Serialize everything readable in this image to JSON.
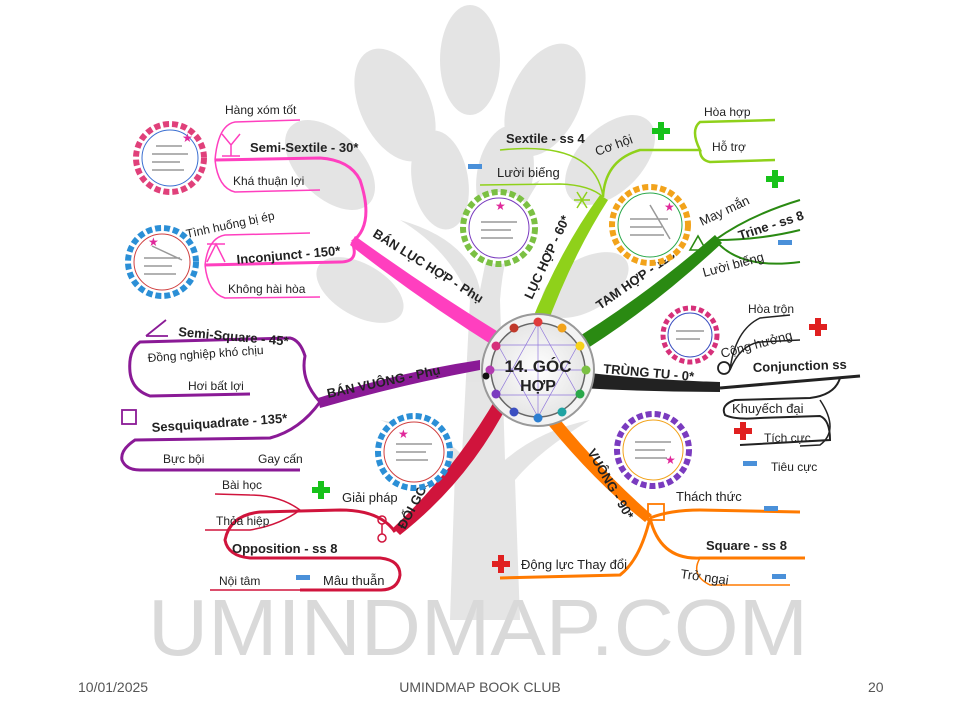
{
  "watermark": "UMINDMAP.COM",
  "footer": {
    "date": "10/01/2025",
    "club": "UMINDMAP BOOK CLUB",
    "page": "20"
  },
  "center": {
    "line1": "14. GÓC",
    "line2": "HỢP"
  },
  "colors": {
    "pink": "#ff3fbf",
    "purple": "#8a1a96",
    "crimson": "#d0143c",
    "orange": "#ff7a00",
    "lime": "#8fd11a",
    "green": "#2a8a12",
    "black": "#222222",
    "plus": "#17c21a",
    "minus": "#4a90d9",
    "redplus": "#e02020"
  },
  "branches": {
    "ban_luc_hop": {
      "title": "BÁN LỤC HỢP - Phụ",
      "semi_sextile": {
        "title": "Semi-Sextile - 30*",
        "top": "Hàng xóm tốt",
        "bottom": "Khá thuận lợi"
      },
      "inconjunct": {
        "title": "Inconjunct - 150*",
        "top": "Tình huống bị ép",
        "bottom": "Không hài hòa"
      }
    },
    "ban_vuong": {
      "title": "BÁN VUÔNG - Phụ",
      "semi_square": {
        "title": "Semi-Square - 45*",
        "a": "Đồng nghiệp khó chịu",
        "b": "Hơi bất lợi"
      },
      "sesquiquadrate": {
        "title": "Sesquiquadrate - 135*",
        "a": "Bực bội",
        "b": "Gay cấn"
      }
    },
    "doi_goc": {
      "title": "ĐỐI GÓC - 180*",
      "opposition": "Opposition - ss 8",
      "giai_phap": "Giải pháp",
      "bai_hoc": "Bài học",
      "thoa_hiep": "Thỏa hiệp",
      "mau_thuan": "Mâu thuẫn",
      "noi_tam": "Nội tâm"
    },
    "vuong": {
      "title": "VUÔNG - 90*",
      "square": "Square - ss 8",
      "thach_thuc": "Thách thức",
      "tro_ngai": "Trở ngại",
      "dong_luc": "Động lực Thay đổi"
    },
    "trung_tu": {
      "title": "TRÙNG TỤ - 0*",
      "conjunction": "Conjunction ss",
      "hoa_tron": "Hòa trộn",
      "cong_huong": "Cộng hưởng",
      "khuyech_dai": "Khuyếch đại",
      "tich_cuc": "Tích cực",
      "tieu_cuc": "Tiêu cực"
    },
    "tam_hop": {
      "title": "TAM HỢP - 120*",
      "trine": "Trine - ss 8",
      "may_man": "May mắn",
      "luoi_bieng": "Lười biếng"
    },
    "luc_hop": {
      "title": "LỤC HỢP - 60*",
      "sextile": "Sextile - ss 4",
      "co_hoi": "Cơ hội",
      "luoi_bieng": "Lười biếng",
      "hoa_hop": "Hòa hợp",
      "ho_tro": "Hỗ trợ"
    }
  }
}
